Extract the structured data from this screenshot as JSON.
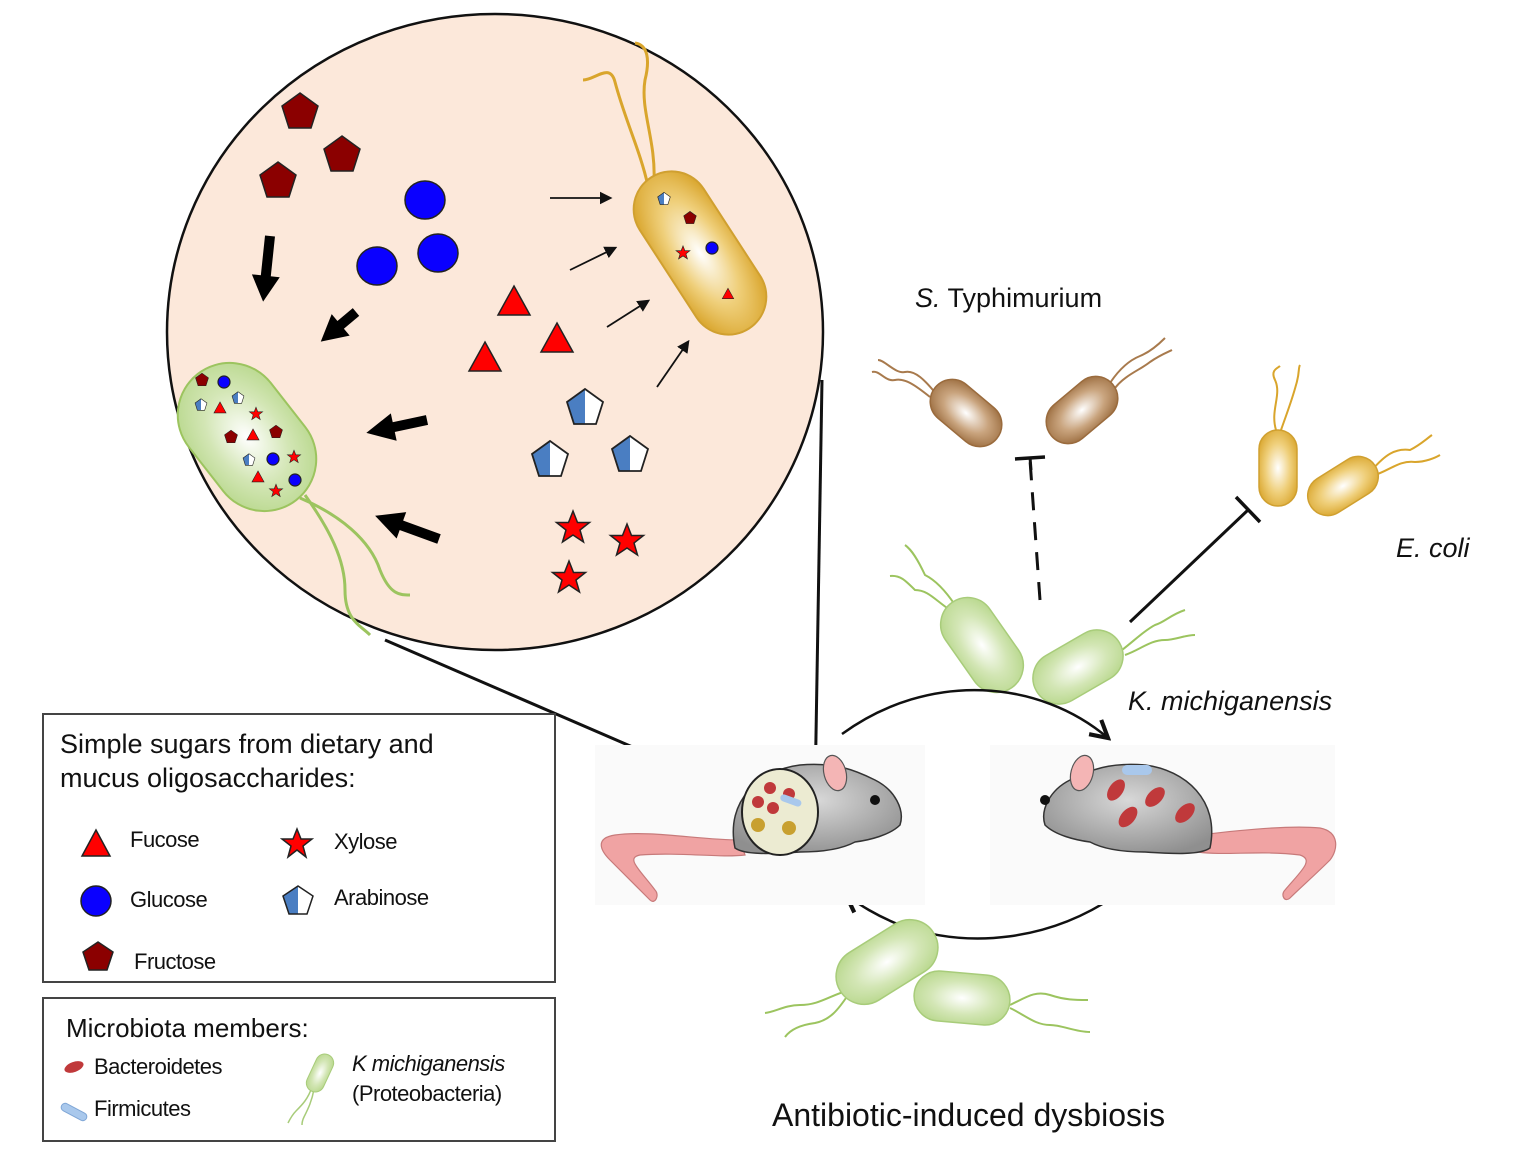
{
  "colors": {
    "zoom_circle_fill": "#fce8da",
    "fucose": "#ff0000",
    "xylose": "#ff0000",
    "glucose": "#0a00ff",
    "fructose": "#8b0000",
    "arabinose_left": "#4a7ec2",
    "arabinose_right": "#ffffff",
    "k_michiganensis": "#b9d98c",
    "e_coli": "#e3b338",
    "s_typhimurium": "#b3865a",
    "bacteroidetes": "#c0393b",
    "firmicutes": "#a9c8ec",
    "mouse_body": "#a9a9a9",
    "mouse_tail": "#f0a3a3"
  },
  "labels": {
    "s_typhimurium_italic": "S.",
    "s_typhimurium_rest": " Typhimurium",
    "e_coli": "E. coli",
    "k_michiganensis": "K. michiganensis",
    "caption": "Antibiotic-induced dysbiosis"
  },
  "sugar_legend": {
    "title_line1": "Simple sugars from dietary and",
    "title_line2": "mucus oligosaccharides:",
    "items": [
      {
        "name": "Fucose",
        "icon": "red-triangle"
      },
      {
        "name": "Xylose",
        "icon": "red-star"
      },
      {
        "name": "Glucose",
        "icon": "blue-circle"
      },
      {
        "name": "Arabinose",
        "icon": "half-blue-pentagon"
      },
      {
        "name": "Fructose",
        "icon": "dark-red-pentagon"
      }
    ]
  },
  "microbiota_legend": {
    "title": "Microbiota members:",
    "items": [
      {
        "name": "Bacteroidetes",
        "icon": "red-oval-bacterium"
      },
      {
        "name": "Firmicutes",
        "icon": "blue-rod-bacterium"
      },
      {
        "name_italic": "K michiganensis",
        "subtitle": "(Proteobacteria)",
        "icon": "green-flagellated-bacterium"
      }
    ]
  },
  "relationships": [
    {
      "from": "K. michiganensis",
      "to": "S. Typhimurium",
      "type": "inhibition",
      "style": "dashed"
    },
    {
      "from": "K. michiganensis",
      "to": "E. coli",
      "type": "inhibition",
      "style": "solid"
    }
  ]
}
